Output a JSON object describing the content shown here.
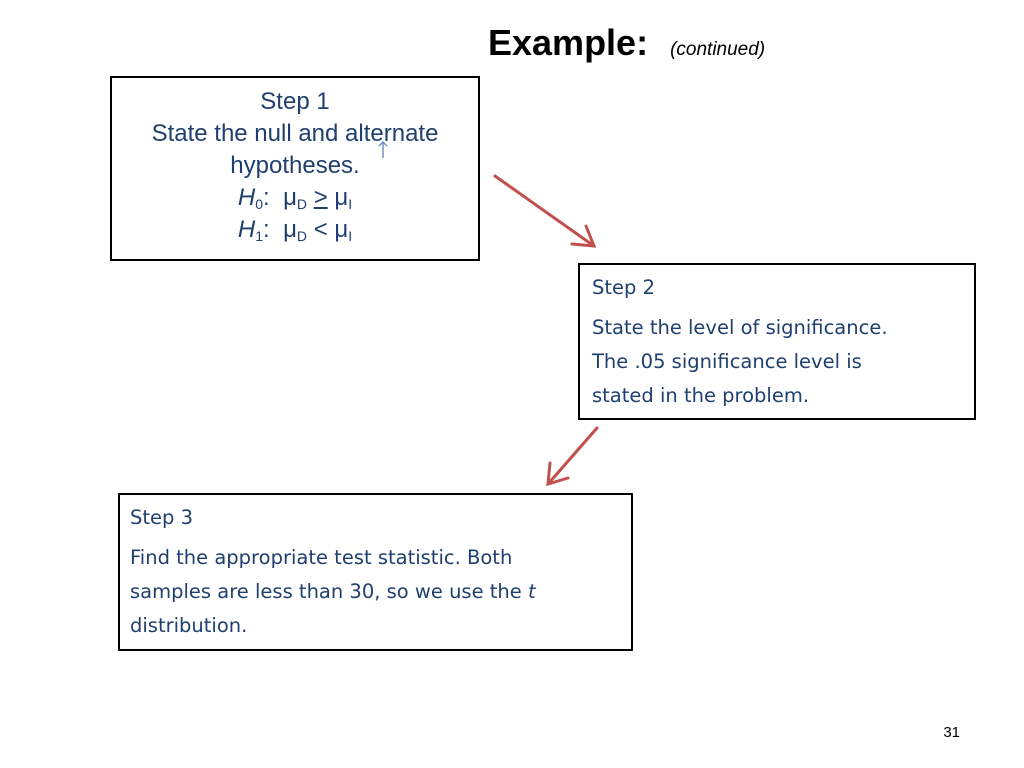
{
  "title": {
    "main": "Example:",
    "sub": "(continued)"
  },
  "step1": {
    "heading": "Step 1",
    "line1": "State the null and alternate",
    "line2": "hypotheses.",
    "h0": {
      "symbol": "H",
      "sub": "0",
      "colon": ":",
      "mu1": "μ",
      "mu1_sub": "D",
      "op": "≥",
      "mu2": "μ",
      "mu2_sub": "I"
    },
    "h1": {
      "symbol": "H",
      "sub": "1",
      "colon": ":",
      "mu1": "μ",
      "mu1_sub": "D",
      "op": "<",
      "mu2": "μ",
      "mu2_sub": "I"
    }
  },
  "step2": {
    "heading": "Step 2",
    "lines": [
      "State the level of significance.",
      "The .05 significance level is",
      "stated in the problem."
    ]
  },
  "step3": {
    "heading": "Step 3",
    "line1": "Find the appropriate test statistic. Both",
    "line2_pre": "samples are less than 30, so we use the ",
    "line2_italic": "t",
    "line3": "distribution."
  },
  "page_number": "31",
  "colors": {
    "text": "#1f3f6f",
    "arrow": "#c0504d",
    "border": "#000000"
  }
}
